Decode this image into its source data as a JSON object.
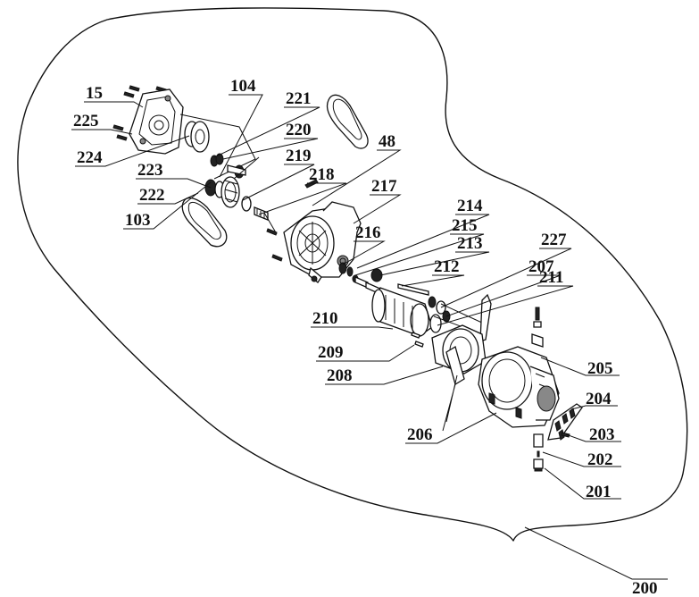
{
  "labels": {
    "l15": "15",
    "l104": "104",
    "l221": "221",
    "l220": "220",
    "l219": "219",
    "l225": "225",
    "l48": "48",
    "l224": "224",
    "l218": "218",
    "l217": "217",
    "l223": "223",
    "l222": "222",
    "l103": "103",
    "l214": "214",
    "l215": "215",
    "l216": "216",
    "l213": "213",
    "l227": "227",
    "l212": "212",
    "l207": "207",
    "l211": "211",
    "l210": "210",
    "l209": "209",
    "l208": "208",
    "l205": "205",
    "l204": "204",
    "l206": "206",
    "l203": "203",
    "l202": "202",
    "l201": "201",
    "l200": "200"
  }
}
